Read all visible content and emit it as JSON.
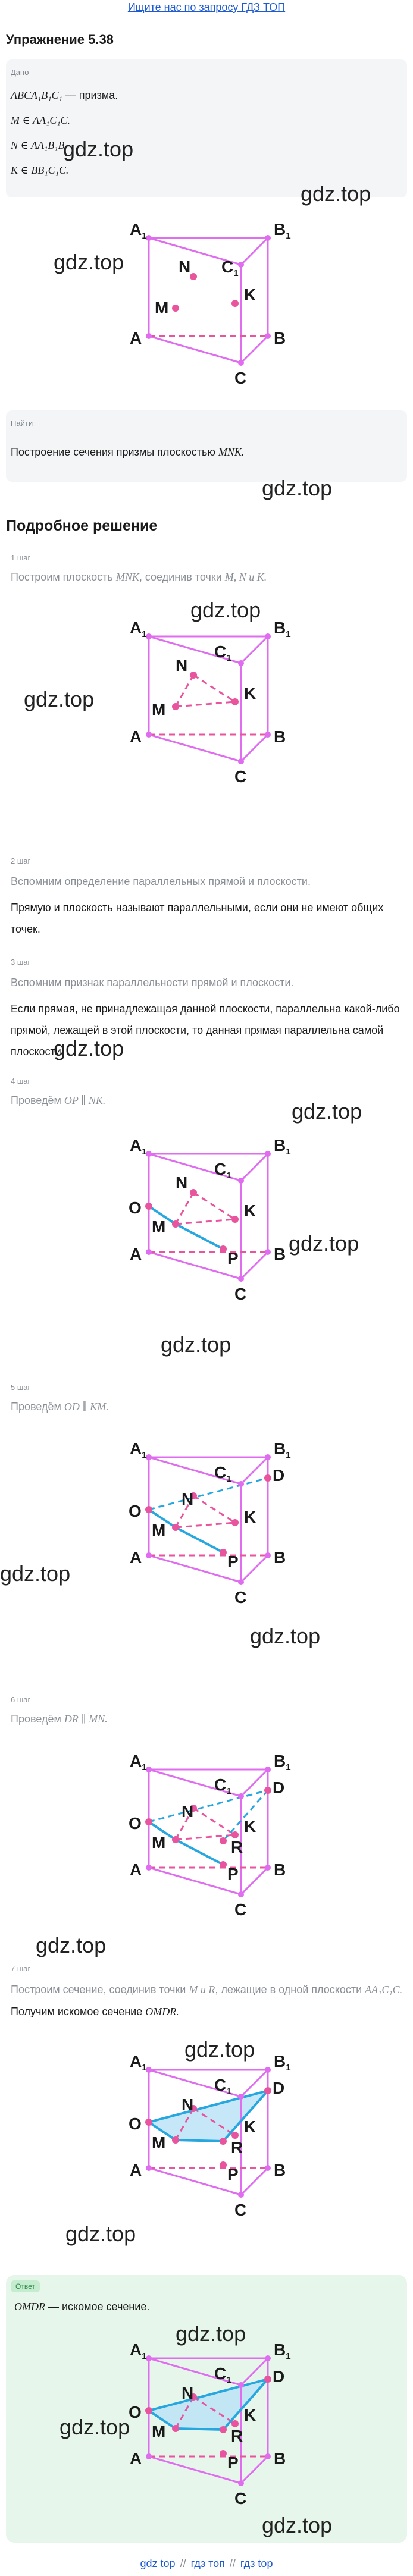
{
  "top_link": "Ищите нас по запросу ГДЗ ТОП",
  "title": "Упражнение 5.38",
  "watermark": "gdz.top",
  "given": {
    "tag": "Дано",
    "lines": [
      {
        "math": "ABCA₁B₁C₁",
        "text": " — призма."
      },
      {
        "math": "M ∈ AA₁C₁C.",
        "text": ""
      },
      {
        "math": "N ∈ AA₁B₁B.",
        "text": ""
      },
      {
        "math": "K ∈ BB₁C₁C.",
        "text": ""
      }
    ]
  },
  "find": {
    "tag": "Найти",
    "text": "Построение сечения призмы плоскостью ",
    "math": "MNK."
  },
  "solution_title": "Подробное решение",
  "steps": [
    {
      "tag": "1 шаг",
      "text": "Построим плоскость ",
      "math": "MNK",
      "text2": ", соединив точки ",
      "math2": "M, N и K."
    },
    {
      "tag": "2 шаг",
      "muted": "Вспомним определение параллельных прямой и плоскости.",
      "body": "Прямую и плоскость называют параллельными, если они не имеют общих точек."
    },
    {
      "tag": "3 шаг",
      "muted": "Вспомним признак параллельности прямой и плоскости.",
      "body": "Если прямая, не принадлежащая данной плоскости, параллельна какой-либо прямой, лежащей в этой плоскости, то данная прямая параллельна самой плоскости."
    },
    {
      "tag": "4 шаг",
      "text": "Проведём ",
      "math": "OP ∥ NK."
    },
    {
      "tag": "5 шаг",
      "text": "Проведём ",
      "math": "OD ∥ KM."
    },
    {
      "tag": "6 шаг",
      "text": "Проведём ",
      "math": "DR ∥ MN."
    },
    {
      "tag": "7 шаг",
      "text": "Построим сечение, соединив точки ",
      "math": "M и R",
      "text2": ", лежащие в одной плоскости ",
      "math2": "AA₁C₁C.",
      "body": "Получим искомое сечение ",
      "body_math": "OMDR."
    }
  ],
  "answer": {
    "tag": "Ответ",
    "math": "OMDR",
    "text": " — искомое сечение."
  },
  "points": {
    "A1": "A",
    "B1": "B",
    "C1": "C",
    "sub1": "1",
    "A": "A",
    "B": "B",
    "C": "C",
    "M": "M",
    "N": "N",
    "K": "K",
    "O": "O",
    "P": "P",
    "D": "D",
    "R": "R"
  },
  "colors": {
    "prism": "#e06cf0",
    "dashed": "#e8559e",
    "section": "#27a7df",
    "fill": "#bfe4f6",
    "point": "#e8559e"
  },
  "footer": {
    "a": "gdz top",
    "b": "гдз топ",
    "c": "гдз top",
    "sep": "//"
  }
}
